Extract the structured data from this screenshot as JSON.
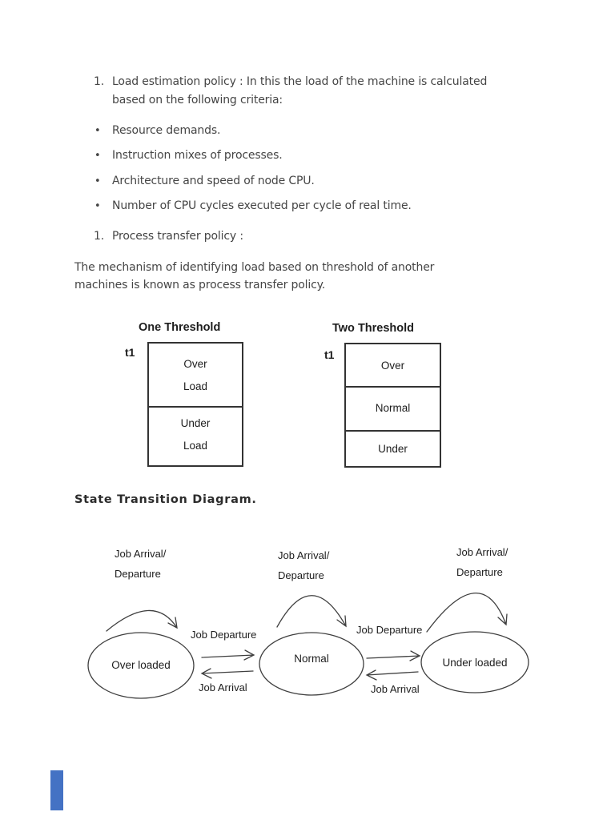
{
  "content": {
    "list_item_1": {
      "marker": "1.",
      "line1": "Load estimation policy : In this the load of the machine is calculated",
      "line2": "based on the following criteria:"
    },
    "bullet_list": {
      "marker": "•",
      "items": [
        "Resource demands.",
        "Instruction mixes of processes.",
        "Architecture and speed of node CPU.",
        "Number of CPU cycles executed per cycle of real time."
      ]
    },
    "list_item_2": {
      "marker": "1.",
      "text": "Process transfer policy :"
    },
    "paragraph": {
      "line1": "The mechanism of identifying load based on threshold of another",
      "line2": "machines is known as process transfer policy."
    }
  },
  "threshold_figures": {
    "one": {
      "title": "One Threshold",
      "axis_label": "t1",
      "top_zone": {
        "line1": "Over",
        "line2": "Load"
      },
      "bottom_zone": {
        "line1": "Under",
        "line2": "Load"
      }
    },
    "two": {
      "title": "Two Threshold",
      "axis_label": "t1",
      "zones": [
        "Over",
        "Normal",
        "Under"
      ]
    }
  },
  "state_section": {
    "heading": "State Transition Diagram.",
    "self_loops": [
      {
        "line1": "Job Arrival/",
        "line2": "Departure"
      },
      {
        "line1": "Job Arrival/",
        "line2": "Departure"
      },
      {
        "line1": "Job Arrival/",
        "line2": "Departure"
      }
    ],
    "states": [
      "Over loaded",
      "Normal",
      "Under loaded"
    ],
    "transitions": [
      {
        "forward_label": "Job Departure",
        "backward_label": "Job Arrival"
      },
      {
        "forward_label": "Job Departure",
        "backward_label": "Job Arrival"
      }
    ]
  },
  "decoration": {
    "page_marker_color": "#4472c4"
  }
}
